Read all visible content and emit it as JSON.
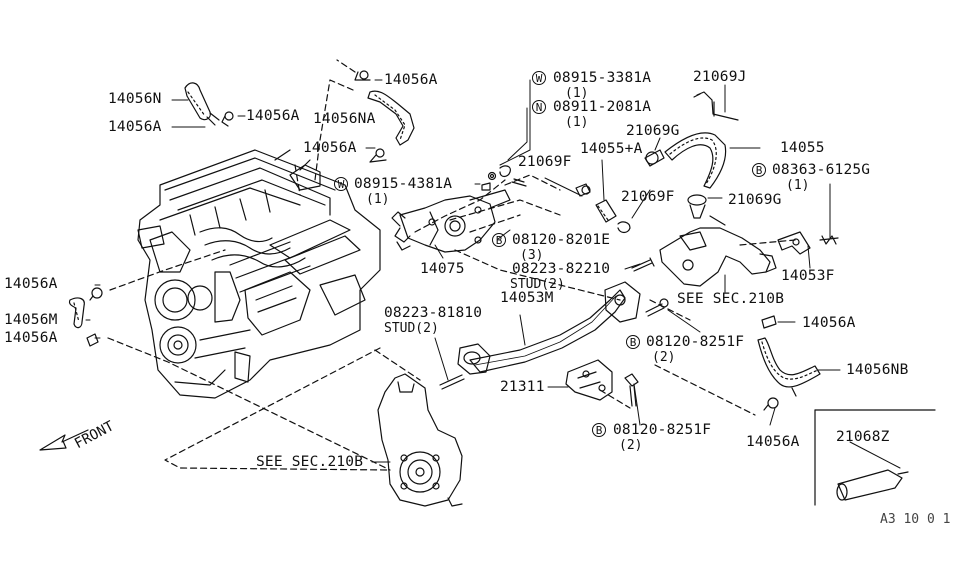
{
  "diagram": {
    "callouts": {
      "p14056N": "14056N",
      "p14056A_1": "14056A",
      "p14056A_2": "14056A",
      "p14056A_3": "14056A",
      "p14056NA": "14056NA",
      "p14056A_4": "14056A",
      "p08915_3381A": "08915-3381A",
      "p08915_3381A_qty": "(1)",
      "p08911_2081A": "08911-2081A",
      "p08911_2081A_qty": "(1)",
      "p21069J": "21069J",
      "p21069G_1": "21069G",
      "p14055A": "14055+A",
      "p14055": "14055",
      "p08363_6125G": "08363-6125G",
      "p08363_6125G_qty": "(1)",
      "p21069F_1": "21069F",
      "p21069F_2": "21069F",
      "p21069G_2": "21069G",
      "p08915_4381A": "08915-4381A",
      "p08915_4381A_qty": "(1)",
      "p08120_8201E": "08120-8201E",
      "p08120_8201E_qty": "(3)",
      "p08223_82210": "08223-82210",
      "p08223_82210_stud": "STUD(2)",
      "p14075": "14075",
      "p14053M": "14053M",
      "p14053F": "14053F",
      "see_sec_210b_1": "SEE SEC.210B",
      "p14056A_5": "14056A",
      "p14056M": "14056M",
      "p14056A_6": "14056A",
      "p08223_81810": "08223-81810",
      "p08223_81810_stud": "STUD(2)",
      "p08120_8251F_1": "08120-8251F",
      "p08120_8251F_1_qty": "(2)",
      "p14056A_7": "14056A",
      "p14056NB": "14056NB",
      "p21311": "21311",
      "p08120_8251F_2": "08120-8251F",
      "p08120_8251F_2_qty": "(2)",
      "p14056A_8": "14056A",
      "p21068Z": "21068Z",
      "see_sec_210b_2": "SEE SEC.210B",
      "front": "FRONT",
      "ref_code": "A3 10 0 1"
    },
    "prefix_symbols": {
      "W": "W",
      "N": "N",
      "B": "B"
    }
  }
}
